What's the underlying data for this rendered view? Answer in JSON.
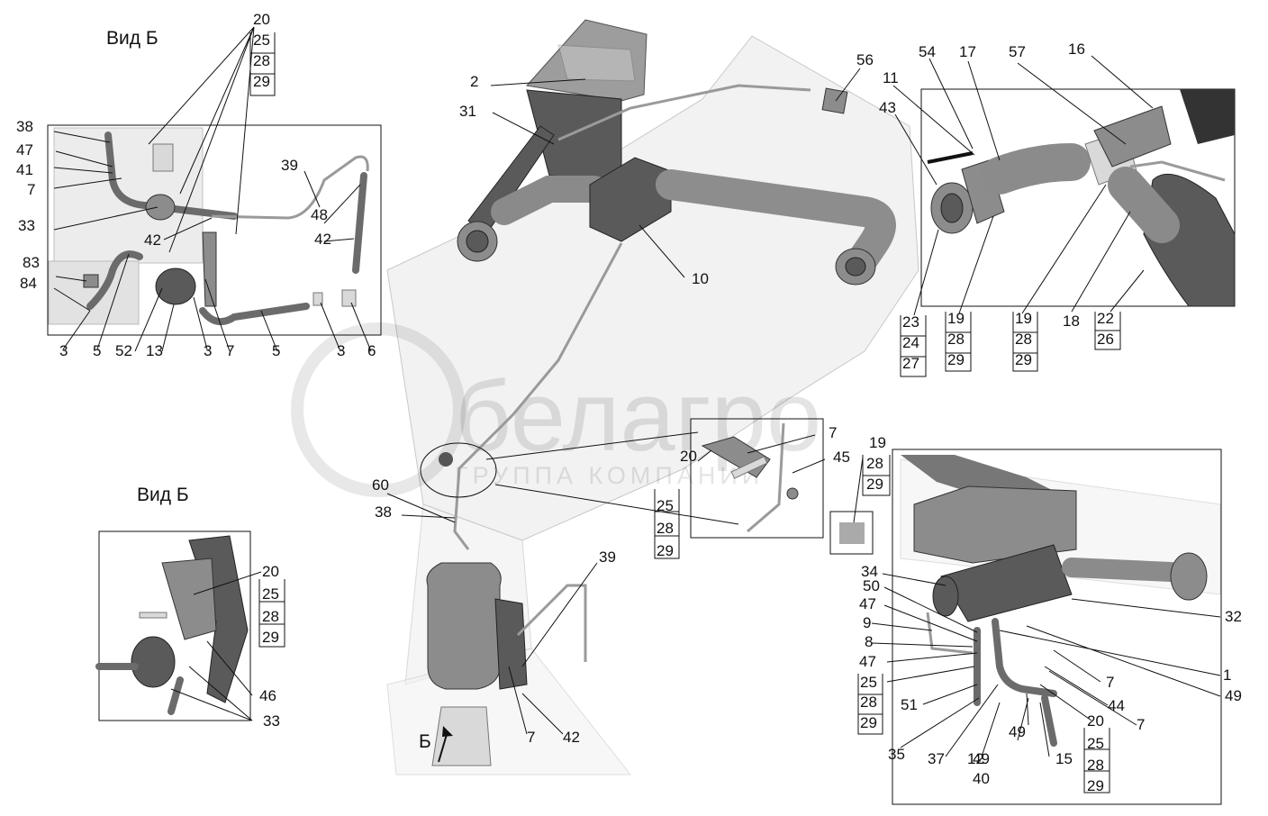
{
  "titles": {
    "view_b_top": "Вид Б",
    "view_b_bottom": "Вид Б",
    "arrow_b": "Б"
  },
  "watermark": {
    "brand": "белагро",
    "subtitle": "ГРУППА КОМПАНИЙ"
  },
  "labels": {
    "vb1": [
      "20",
      "25",
      "28",
      "29",
      "38",
      "47",
      "41",
      "7",
      "33",
      "42",
      "39",
      "48",
      "42",
      "83",
      "84",
      "3",
      "5",
      "52",
      "13",
      "3",
      "7",
      "5",
      "3",
      "6"
    ],
    "main": [
      "2",
      "31",
      "10",
      "56",
      "60",
      "38",
      "39",
      "7",
      "42"
    ],
    "tr": [
      "54",
      "17",
      "57",
      "16",
      "11",
      "43",
      "23",
      "24",
      "27",
      "19",
      "28",
      "29",
      "19",
      "28",
      "29",
      "18",
      "22",
      "26"
    ],
    "mid": [
      "7",
      "45",
      "20",
      "25",
      "28",
      "29",
      "19",
      "28",
      "29"
    ],
    "br": [
      "34",
      "50",
      "47",
      "9",
      "8",
      "47",
      "25",
      "28",
      "29",
      "32",
      "1",
      "49",
      "7",
      "44",
      "7",
      "20",
      "25",
      "28",
      "29",
      "51",
      "35",
      "37",
      "12",
      "49",
      "40",
      "49",
      "15"
    ],
    "vb2": [
      "20",
      "25",
      "28",
      "29",
      "46",
      "33"
    ]
  }
}
